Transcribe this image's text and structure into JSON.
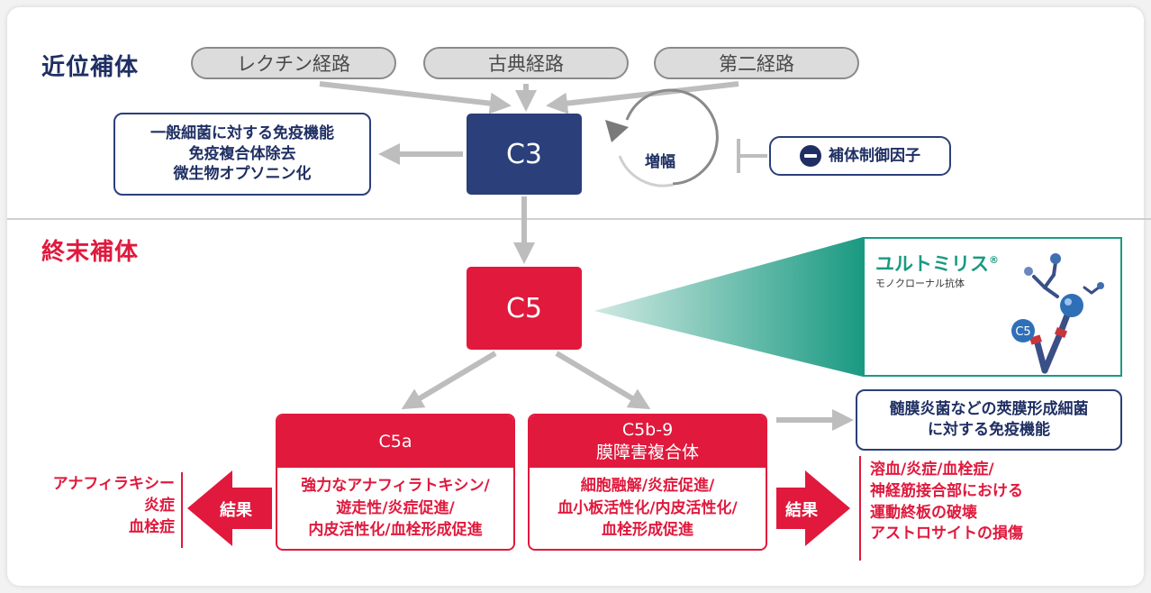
{
  "proximal_title": "近位補体",
  "terminal_title": "終末補体",
  "pathways": [
    "レクチン経路",
    "古典経路",
    "第二経路"
  ],
  "c3": {
    "label": "C3",
    "color": "#2b3f7a"
  },
  "c3_functions": [
    "一般細菌に対する免疫機能",
    "免疫複合体除去",
    "微生物オプソニン化"
  ],
  "amplification": "増幅",
  "regulator": {
    "label": "補体制御因子",
    "icon": "minus-circle-icon"
  },
  "c5": {
    "label": "C5",
    "color": "#e0193d"
  },
  "drug": {
    "name": "ユルトミリス",
    "mark": "®",
    "type": "モノクローナル抗体",
    "antigen": "C5",
    "accent": "#1a9a82"
  },
  "c5a": {
    "title": "C5a",
    "effects": [
      "強力なアナフィラトキシン/",
      "遊走性/炎症促進/",
      "内皮活性化/血栓形成促進"
    ]
  },
  "c5b9": {
    "title": "C5b-9",
    "subtitle": "膜障害複合体",
    "effects": [
      "細胞融解/炎症促進/",
      "血小板活性化/内皮活性化/",
      "血栓形成促進"
    ]
  },
  "encapsulated": [
    "髄膜炎菌などの莢膜形成細菌",
    "に対する免疫機能"
  ],
  "result_label": "結果",
  "c5a_results": [
    "アナフィラキシー",
    "炎症",
    "血栓症"
  ],
  "c5b9_results": [
    "溶血/炎症/血栓症/",
    "神経筋接合部における",
    "運動終板の破壊",
    "アストロサイトの損傷"
  ],
  "colors": {
    "red": "#e0193d",
    "navy": "#1f2f63",
    "gray_arrow": "#bdbdbd"
  }
}
